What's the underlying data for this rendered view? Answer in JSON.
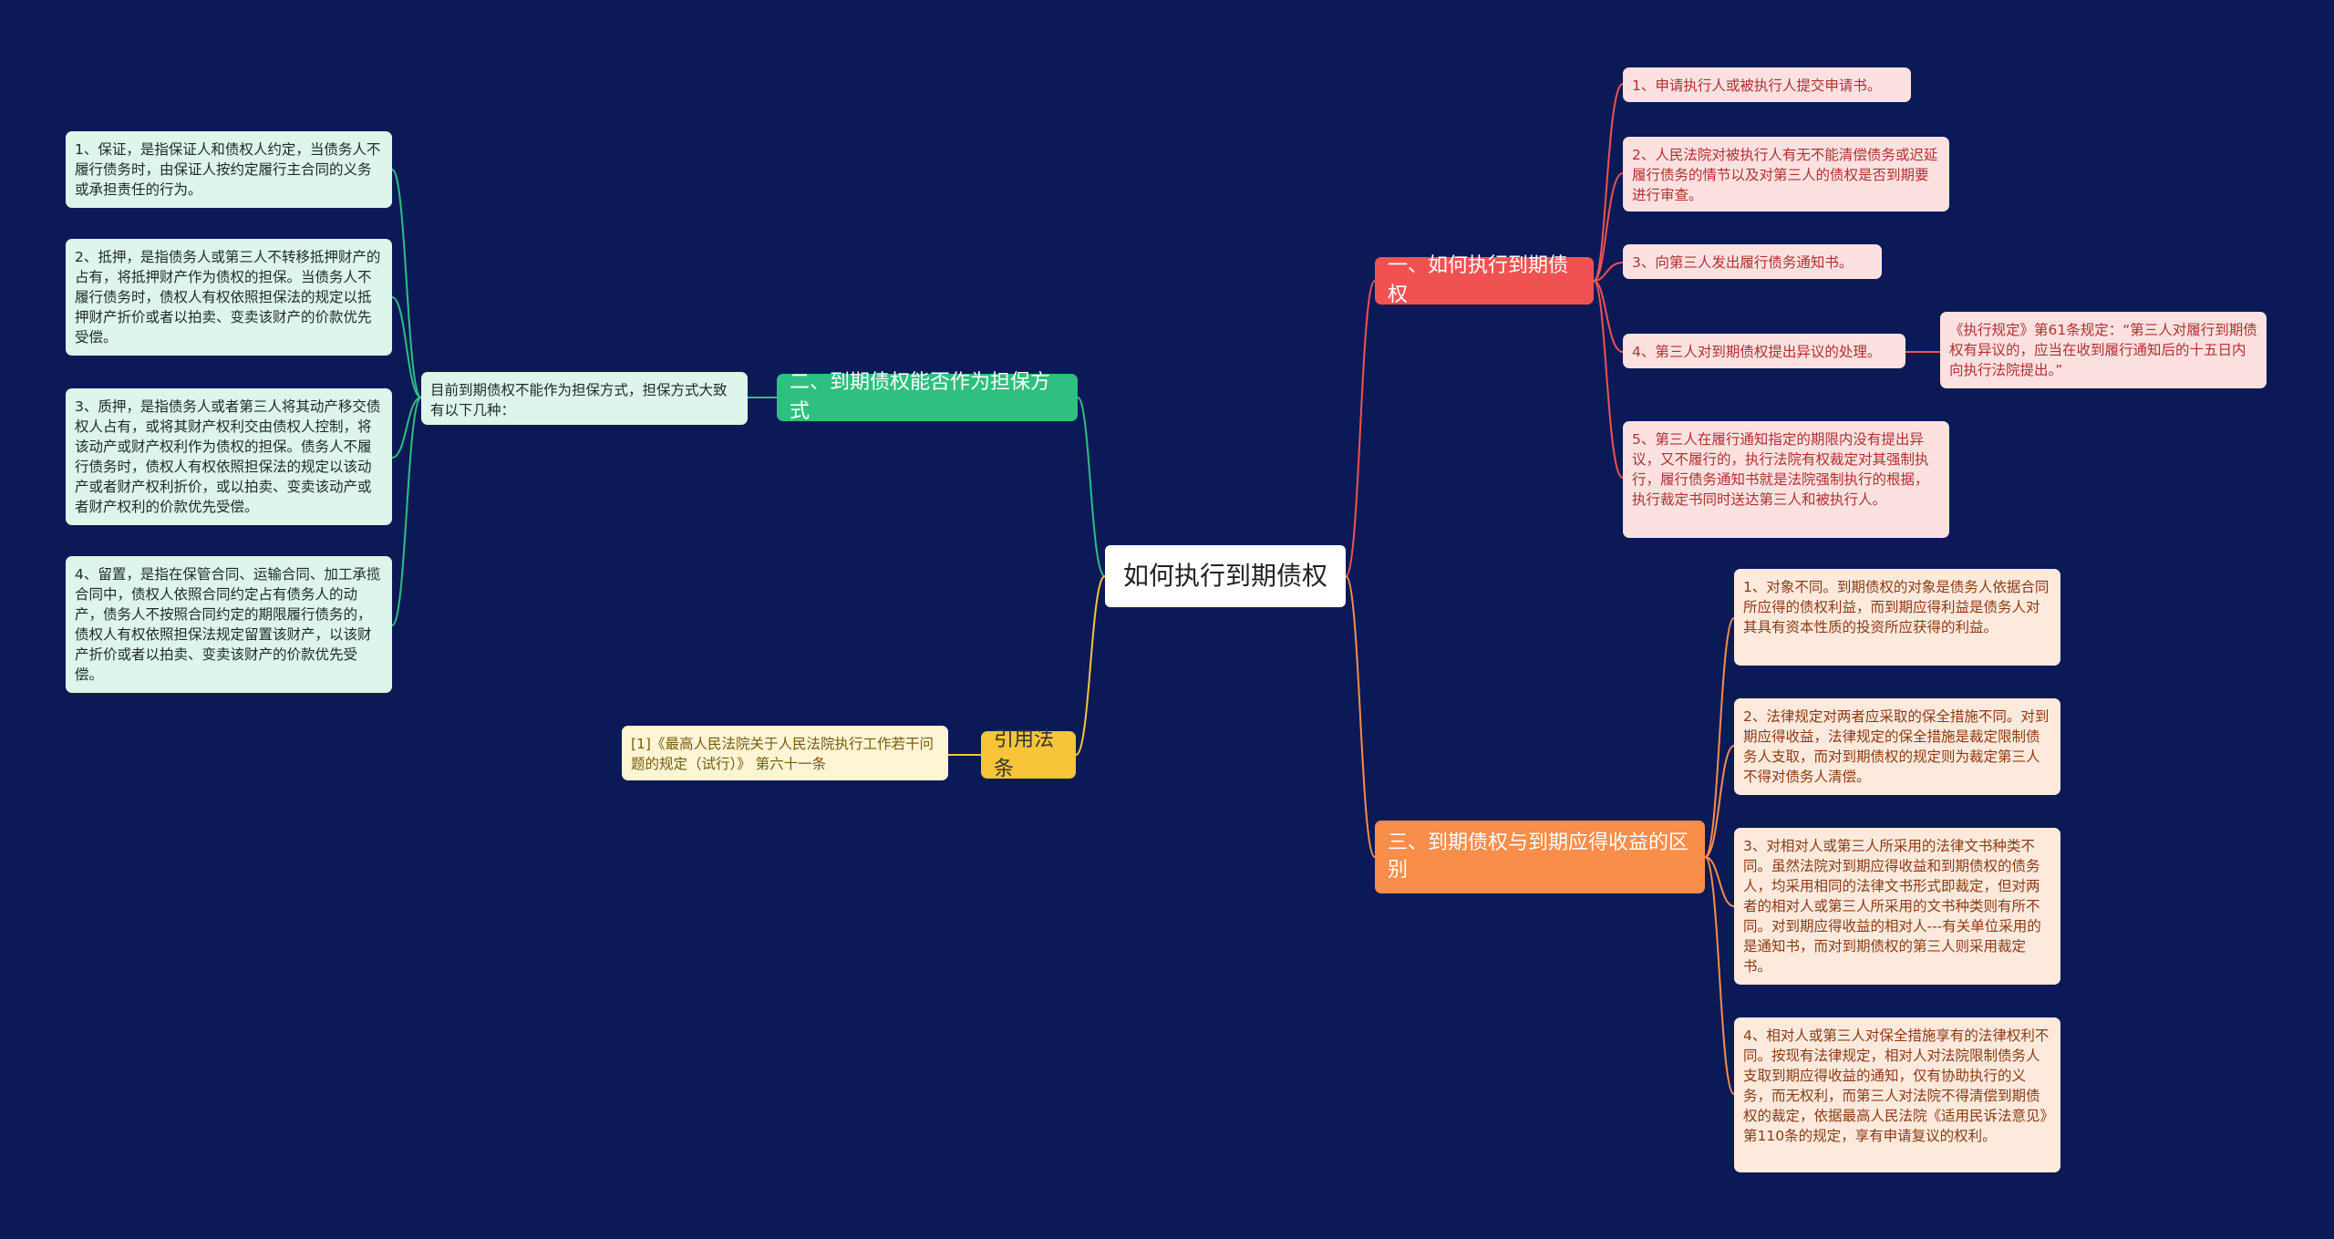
{
  "root": {
    "label": "如何执行到期债权"
  },
  "branches": {
    "b1": {
      "label": "一、如何执行到期债权",
      "color": "#f05252",
      "items": [
        "1、申请执行人或被执行人提交申请书。",
        "2、人民法院对被执行人有无不能清偿债务或迟延履行债务的情节以及对第三人的债权是否到期要进行审查。",
        "3、向第三人发出履行债务通知书。",
        "4、第三人对到期债权提出异议的处理。",
        "5、第三人在履行通知指定的期限内没有提出异议，又不履行的，执行法院有权裁定对其强制执行，履行债务通知书就是法院强制执行的根据，执行裁定书同时送达第三人和被执行人。"
      ],
      "sub_note": "《执行规定》第61条规定：“第三人对履行到期债权有异议的，应当在收到履行通知后的十五日内向执行法院提出。”"
    },
    "b2": {
      "label": "二、到期债权能否作为担保方式",
      "color": "#2fbf80",
      "intro": "目前到期债权不能作为担保方式，担保方式大致有以下几种：",
      "items": [
        "1、保证，是指保证人和债权人约定，当债务人不履行债务时，由保证人按约定履行主合同的义务或承担责任的行为。",
        "2、抵押，是指债务人或第三人不转移抵押财产的占有，将抵押财产作为债权的担保。当债务人不履行债务时，债权人有权依照担保法的规定以抵押财产折价或者以拍卖、变卖该财产的价款优先受偿。",
        "3、质押，是指债务人或者第三人将其动产移交债权人占有，或将其财产权利交由债权人控制，将该动产或财产权利作为债权的担保。债务人不履行债务时，债权人有权依照担保法的规定以该动产或者财产权利折价，或以拍卖、变卖该动产或者财产权利的价款优先受偿。",
        "4、留置，是指在保管合同、运输合同、加工承揽合同中，债权人依照合同约定占有债务人的动产，债务人不按照合同约定的期限履行债务的，债权人有权依照担保法规定留置该财产，以该财产折价或者以拍卖、变卖该财产的价款优先受偿。"
      ]
    },
    "b3": {
      "label": "引用法条",
      "color": "#f7c43a",
      "items": [
        "[1]《最高人民法院关于人民法院执行工作若干问题的规定（试行）》 第六十一条"
      ]
    },
    "b4": {
      "label": "三、到期债权与到期应得收益的区别",
      "color": "#f98d4a",
      "items": [
        "1、对象不同。到期债权的对象是债务人依据合同所应得的债权利益，而到期应得利益是债务人对其具有资本性质的投资所应获得的利益。",
        "2、法律规定对两者应采取的保全措施不同。对到期应得收益，法律规定的保全措施是裁定限制债务人支取，而对到期债权的规定则为裁定第三人不得对债务人清偿。",
        "3、对相对人或第三人所采用的法律文书种类不同。虽然法院对到期应得收益和到期债权的债务人，均采用相同的法律文书形式即裁定，但对两者的相对人或第三人所采用的文书种类则有所不同。对到期应得收益的相对人---有关单位采用的是通知书，而对到期债权的第三人则采用裁定书。",
        "4、相对人或第三人对保全措施享有的法律权利不同。按现有法律规定，相对人对法院限制债务人支取到期应得收益的通知，仅有协助执行的义务，而无权利，而第三人对法院不得清偿到期债权的裁定，依据最高人民法院《适用民诉法意见》第110条的规定，享有申请复议的权利。"
      ]
    }
  },
  "colors": {
    "background": "#0b1a56",
    "root_link": "#f7c43a"
  }
}
